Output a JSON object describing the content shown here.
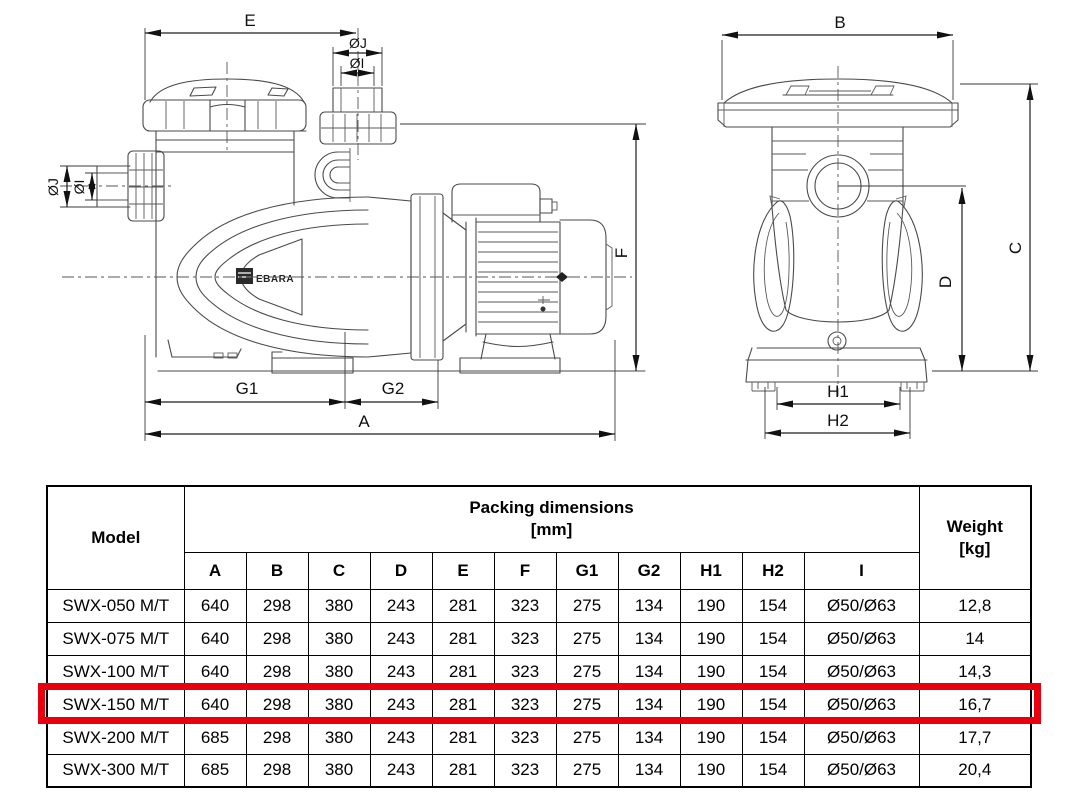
{
  "diagram": {
    "side_view": {
      "logo_text": "EBARA",
      "dim_labels": {
        "e": "E",
        "dj_top": "ØJ",
        "di_top": "ØI",
        "dj_left": "ØJ",
        "di_left": "ØI",
        "f": "F",
        "g1": "G1",
        "g2": "G2",
        "a": "A"
      }
    },
    "front_view": {
      "dim_labels": {
        "b": "B",
        "c": "C",
        "d": "D",
        "h1": "H1",
        "h2": "H2"
      }
    }
  },
  "table": {
    "header": {
      "model": "Model",
      "packing_title": "Packing dimensions",
      "packing_unit": "[mm]",
      "weight_title": "Weight",
      "weight_unit": "[kg]",
      "dim_columns": [
        "A",
        "B",
        "C",
        "D",
        "E",
        "F",
        "G1",
        "G2",
        "H1",
        "H2",
        "I"
      ]
    },
    "rows": [
      {
        "model": "SWX-050 M/T",
        "values": [
          "640",
          "298",
          "380",
          "243",
          "281",
          "323",
          "275",
          "134",
          "190",
          "154",
          "Ø50/Ø63"
        ],
        "weight": "12,8",
        "highlighted": false
      },
      {
        "model": "SWX-075 M/T",
        "values": [
          "640",
          "298",
          "380",
          "243",
          "281",
          "323",
          "275",
          "134",
          "190",
          "154",
          "Ø50/Ø63"
        ],
        "weight": "14",
        "highlighted": false
      },
      {
        "model": "SWX-100 M/T",
        "values": [
          "640",
          "298",
          "380",
          "243",
          "281",
          "323",
          "275",
          "134",
          "190",
          "154",
          "Ø50/Ø63"
        ],
        "weight": "14,3",
        "highlighted": false
      },
      {
        "model": "SWX-150 M/T",
        "values": [
          "640",
          "298",
          "380",
          "243",
          "281",
          "323",
          "275",
          "134",
          "190",
          "154",
          "Ø50/Ø63"
        ],
        "weight": "16,7",
        "highlighted": true
      },
      {
        "model": "SWX-200 M/T",
        "values": [
          "685",
          "298",
          "380",
          "243",
          "281",
          "323",
          "275",
          "134",
          "190",
          "154",
          "Ø50/Ø63"
        ],
        "weight": "17,7",
        "highlighted": false
      },
      {
        "model": "SWX-300 M/T",
        "values": [
          "685",
          "298",
          "380",
          "243",
          "281",
          "323",
          "275",
          "134",
          "190",
          "154",
          "Ø50/Ø63"
        ],
        "weight": "20,4",
        "highlighted": false
      }
    ],
    "highlight": {
      "row_index": 3,
      "color": "#e8000e"
    }
  }
}
